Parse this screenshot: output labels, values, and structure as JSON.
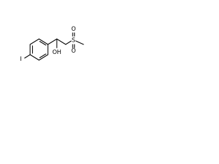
{
  "molecule": {
    "atoms": {
      "iodine": "I",
      "hydroxyl": "OH",
      "sulfur": "S",
      "sulfonyl_oxygen_top": "O",
      "sulfonyl_oxygen_bottom": "O"
    }
  }
}
